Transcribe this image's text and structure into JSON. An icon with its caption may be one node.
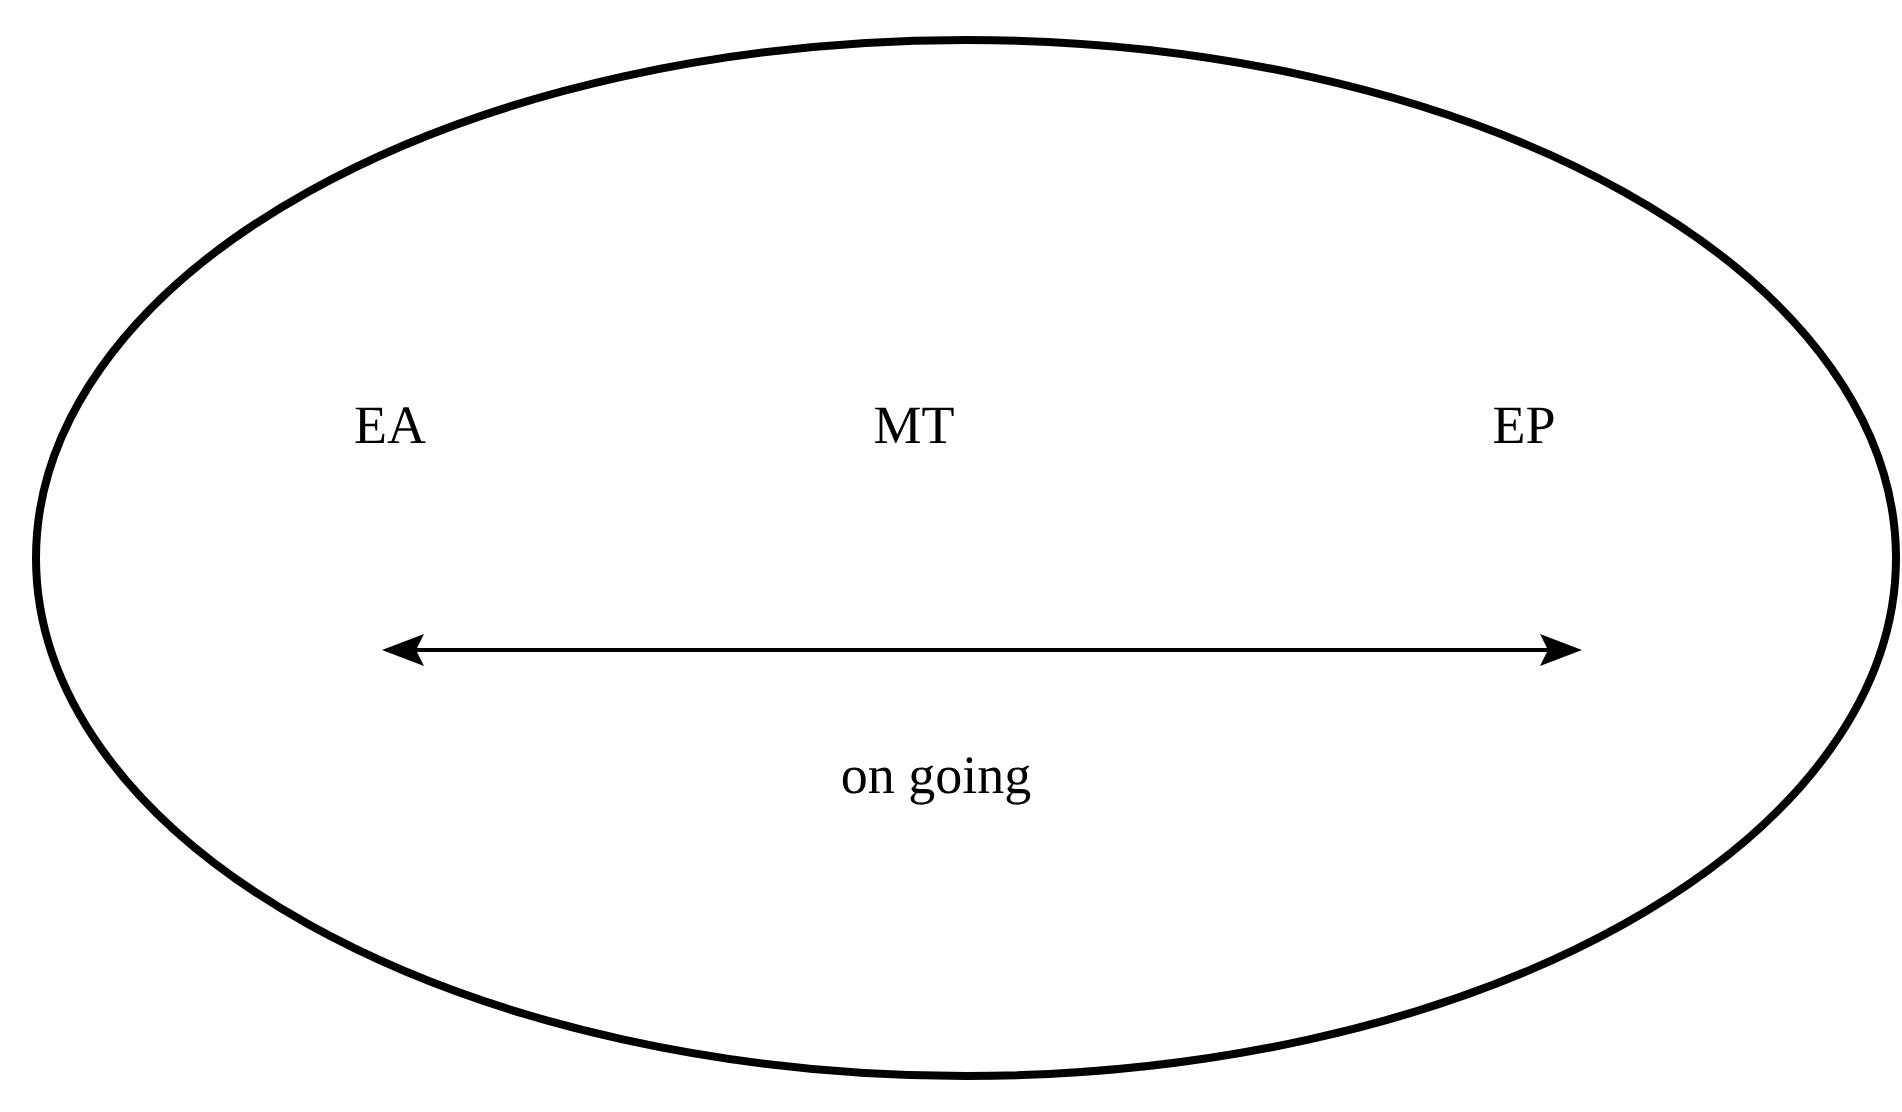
{
  "diagram": {
    "nodes": [
      {
        "text": [
          "EA",
          "MT",
          "EP",
          "on going"
        ]
      }
    ]
  }
}
